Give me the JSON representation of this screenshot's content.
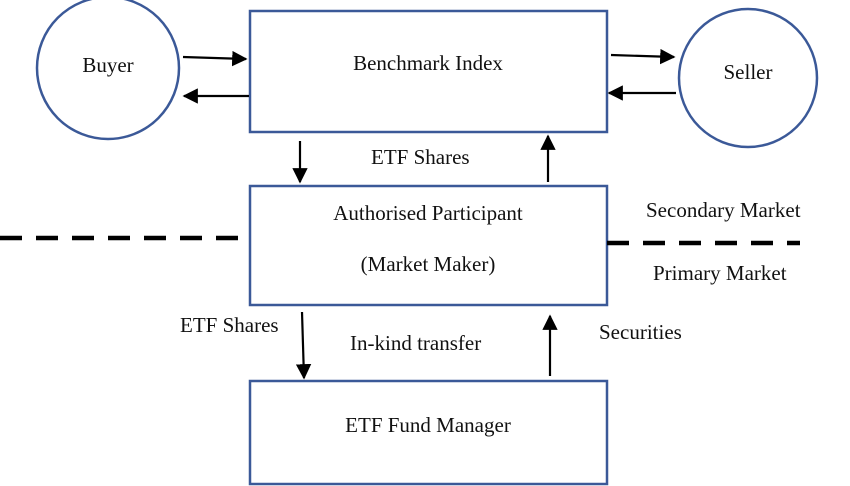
{
  "colors": {
    "box_stroke": "#3b5998",
    "arrow": "#000000",
    "divider": "#000000",
    "text": "#111111"
  },
  "nodes": {
    "buyer": "Buyer",
    "seller": "Seller",
    "benchmark_index": "Benchmark Index",
    "authorised_participant": "Authorised Participant",
    "market_maker": "(Market Maker)",
    "etf_fund_manager": "ETF Fund Manager"
  },
  "labels": {
    "etf_shares_top": "ETF Shares",
    "secondary_market": "Secondary Market",
    "primary_market": "Primary Market",
    "etf_shares_bottom": "ETF Shares",
    "in_kind_transfer": "In-kind transfer",
    "securities": "Securities"
  }
}
